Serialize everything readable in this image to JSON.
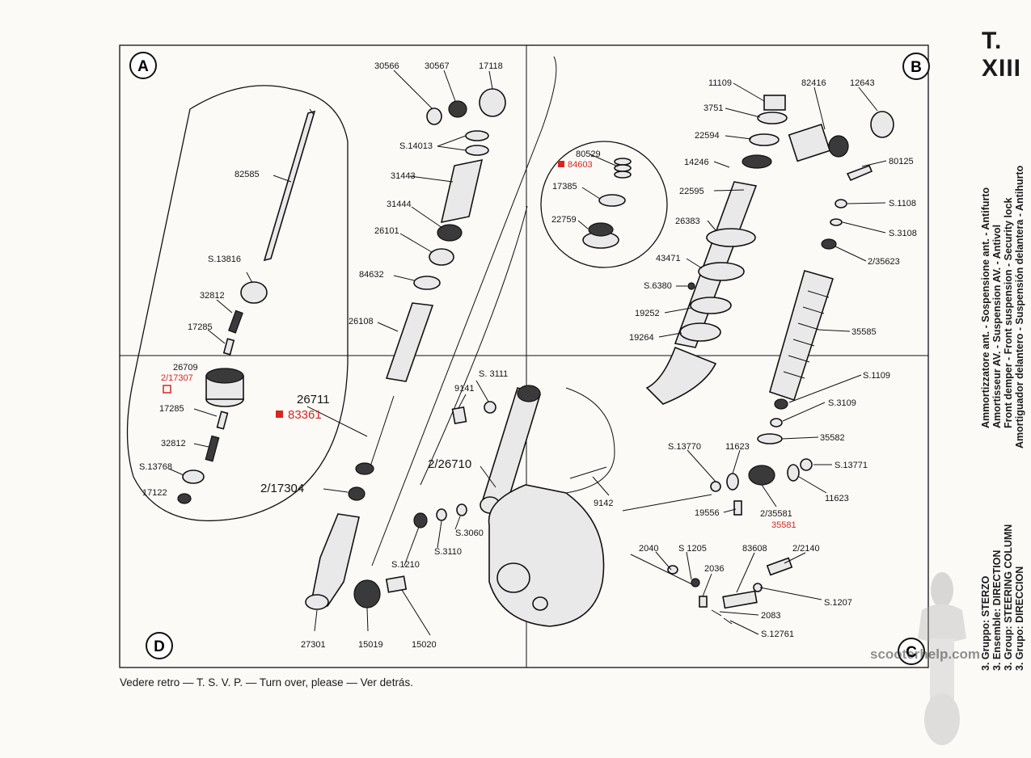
{
  "plate": {
    "number": "T. XIII"
  },
  "quadrants": [
    "A",
    "B",
    "C",
    "D"
  ],
  "header": {
    "lines": [
      "Ammortizzatore ant. - Sospensione ant. - Antifurto",
      "Amortisseur AV. - Suspension AV. - Antivol",
      "Front demper - Front suspension - Security lock",
      "Amortiguador delantero - Suspensión delantera - Antihurto"
    ]
  },
  "group": {
    "lines": [
      {
        "label": "Gruppo:",
        "name": "STERZO"
      },
      {
        "label": "Ensemble:",
        "name": "DIRECTION"
      },
      {
        "label": "Group:",
        "name": "STEERING COLUMN"
      },
      {
        "label": "Grupo:",
        "name": "DIRECCION"
      }
    ],
    "numbers": [
      "3.",
      "3.",
      "3.",
      "3."
    ]
  },
  "footer": {
    "text": "Vedere retro — T. S. V. P. — Turn over, please — Ver detrás."
  },
  "watermark": {
    "text": "scooterhelp.com"
  },
  "labels": {
    "a_82585": "82585",
    "a_s13816": "S.13816",
    "a_32812a": "32812",
    "a_17285a": "17285",
    "a_26709": "26709",
    "a_2_17307": "2/17307",
    "a_17285b": "17285",
    "a_32812b": "32812",
    "a_s13768": "S.13768",
    "a_17122": "17122",
    "m_30566": "30566",
    "m_30567": "30567",
    "m_17118": "17118",
    "m_s14013": "S.14013",
    "m_31443": "31443",
    "m_31444": "31444",
    "m_26101": "26101",
    "m_84632": "84632",
    "m_26108": "26108",
    "m_26711": "26711",
    "m_83361": "83361",
    "m_2_17304": "2/17304",
    "d_27301": "27301",
    "d_15019": "15019",
    "d_15020": "15020",
    "d_s1210": "S.1210",
    "d_s3110": "S.3110",
    "d_s3060": "S.3060",
    "c_80529": "80529",
    "c_84603": "84603",
    "c_17385": "17385",
    "c_22759": "22759",
    "b_11109": "11109",
    "b_3751": "3751",
    "b_22594": "22594",
    "b_14246": "14246",
    "b_22595": "22595",
    "b_26383": "26383",
    "b_43471": "43471",
    "b_s6380": "S.6380",
    "b_19252": "19252",
    "b_19264": "19264",
    "b_82416": "82416",
    "b_12643": "12643",
    "b_80125": "80125",
    "b_s1108": "S.1108",
    "b_s3108": "S.3108",
    "b_2_35623": "2/35623",
    "b_35585": "35585",
    "b_s1109": "S.1109",
    "b_s3109": "S.3109",
    "b_35582": "35582",
    "b_s13771": "S.13771",
    "b_11623a": "11623",
    "b_s13770": "S.13770",
    "b_11623b": "11623",
    "b_19556": "19556",
    "b_2_35581": "2/35581",
    "b_35581": "35581",
    "m_9141": "9141",
    "m_s3111": "S. 3111",
    "m_2_26710": "2/26710",
    "m_9142": "9142",
    "c_2040": "2040",
    "c_s1205": "S 1205",
    "c_2036": "2036",
    "c_83608": "83608",
    "c_2_2140": "2/2140",
    "c_s1207": "S.1207",
    "c_2083": "2083",
    "c_s12761": "S.12761"
  },
  "colors": {
    "ink": "#111111",
    "highlight": "#d8261e",
    "paper": "#fbfaf7"
  }
}
